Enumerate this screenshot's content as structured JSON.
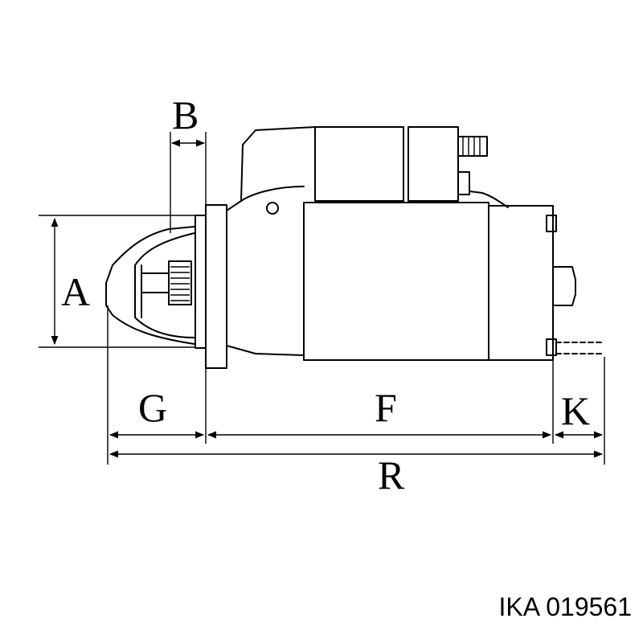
{
  "diagram": {
    "labels": {
      "A": "A",
      "B": "B",
      "G": "G",
      "F": "F",
      "K": "K",
      "R": "R"
    }
  },
  "part": {
    "brand": "IKA",
    "number": "019561",
    "text": "IKA 019561"
  }
}
